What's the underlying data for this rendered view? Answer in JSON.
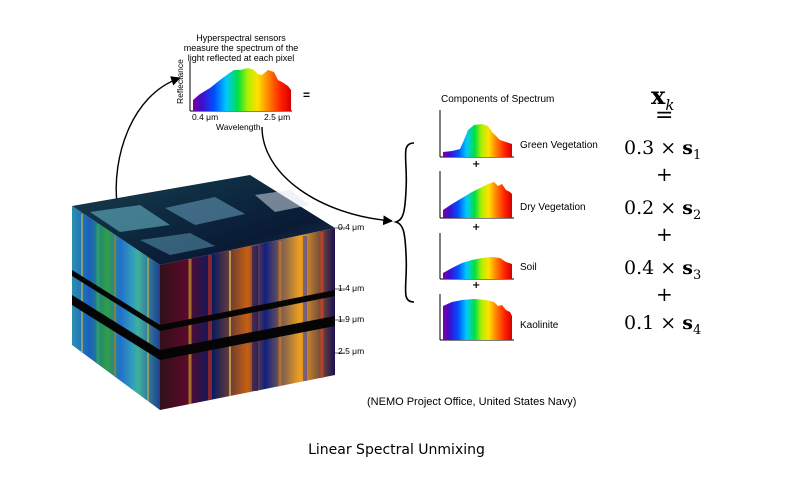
{
  "top_spectrum": {
    "caption": "Hyperspectral sensors measure the spectrum of the light reflected at each pixel",
    "y_axis_label": "Reflectance",
    "x_axis_label": "Wavelength",
    "tick_left": "0.4 μm",
    "tick_right": "2.5 μm",
    "equals": "="
  },
  "cube": {
    "band_labels": [
      "0.4 μm",
      "1.4 μm",
      "1.9 μm",
      "2.5 μm"
    ]
  },
  "components": {
    "title": "Components of Spectrum",
    "items": [
      {
        "name": "Green Vegetation",
        "coefficient": "0.3",
        "symbol": "s",
        "index": "1"
      },
      {
        "name": "Dry Vegetation",
        "coefficient": "0.2",
        "symbol": "s",
        "index": "2"
      },
      {
        "name": "Soil",
        "coefficient": "0.4",
        "symbol": "s",
        "index": "3"
      },
      {
        "name": "Kaolinite",
        "coefficient": "0.1",
        "symbol": "s",
        "index": "4"
      }
    ],
    "plus": "+"
  },
  "equation": {
    "lhs_symbol": "x",
    "lhs_index": "k",
    "equals": "=",
    "times": "×",
    "plus": "+"
  },
  "credit": "(NEMO Project Office, United States Navy)",
  "caption": "Linear Spectral Unmixing",
  "colors": {
    "spectrum": [
      "#7a00a0",
      "#3a10d0",
      "#0050ff",
      "#00c8ff",
      "#00e040",
      "#b0f000",
      "#ffe000",
      "#ff7a00",
      "#ff1e00",
      "#e00000"
    ]
  }
}
